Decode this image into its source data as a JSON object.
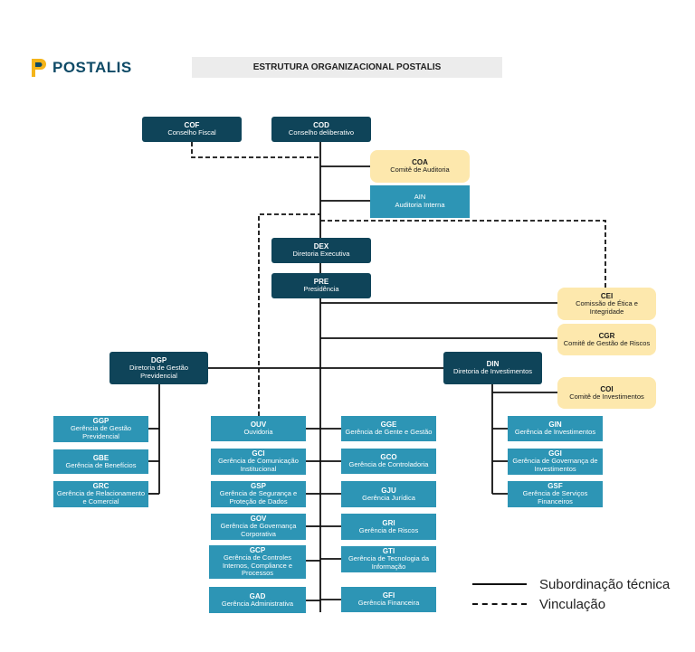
{
  "header": {
    "logo_text": "POSTALIS",
    "title": "ESTRUTURA ORGANIZACIONAL POSTALIS"
  },
  "colors": {
    "dark_box": "#0f4459",
    "teal_box": "#2d95b5",
    "committee_box": "#fde8ad",
    "logo_yellow": "#f4b41a",
    "logo_blue": "#0e4a66"
  },
  "nodes": {
    "cof": {
      "code": "COF",
      "name": "Conselho Fiscal"
    },
    "cod": {
      "code": "COD",
      "name": "Conselho deliberativo"
    },
    "coa": {
      "code": "COA",
      "name": "Comitê de Auditoria"
    },
    "ain": {
      "code": "AIN",
      "name": "Auditoria Interna"
    },
    "dex": {
      "code": "DEX",
      "name": "Diretoria Executiva"
    },
    "pre": {
      "code": "PRE",
      "name": "Presidência"
    },
    "cei": {
      "code": "CEI",
      "name": "Comissão de Ética e Integridade"
    },
    "cgr": {
      "code": "CGR",
      "name": "Comitê de Gestão de Riscos"
    },
    "dgp": {
      "code": "DGP",
      "name": "Diretoria de Gestão Previdencial"
    },
    "din": {
      "code": "DIN",
      "name": "Diretoria de Investimentos"
    },
    "coi": {
      "code": "COI",
      "name": "Comitê de Investimentos"
    },
    "ggp": {
      "code": "GGP",
      "name": "Gerência de Gestão Previdencial"
    },
    "gbe": {
      "code": "GBE",
      "name": "Gerência de Benefícios"
    },
    "grc": {
      "code": "GRC",
      "name": "Gerência de Relacionamento e Comercial"
    },
    "ouv": {
      "code": "OUV",
      "name": "Ouvidoria"
    },
    "gci": {
      "code": "GCI",
      "name": "Gerência de Comunicação Institucional"
    },
    "gsp": {
      "code": "GSP",
      "name": "Gerência de Segurança e Proteção de Dados"
    },
    "gov": {
      "code": "GOV",
      "name": "Gerência de Governança Corporativa"
    },
    "gcp": {
      "code": "GCP",
      "name": "Gerência de Controles Internos, Compliance e Processos"
    },
    "gad": {
      "code": "GAD",
      "name": "Gerência Administrativa"
    },
    "gge": {
      "code": "GGE",
      "name": "Gerência de Gente e Gestão"
    },
    "gco": {
      "code": "GCO",
      "name": "Gerência de Controladoria"
    },
    "gju": {
      "code": "GJU",
      "name": "Gerência Jurídica"
    },
    "gri": {
      "code": "GRI",
      "name": "Gerência de Riscos"
    },
    "gti": {
      "code": "GTI",
      "name": "Gerência de Tecnologia da Informação"
    },
    "gfi": {
      "code": "GFI",
      "name": "Gerência Financeira"
    },
    "gin": {
      "code": "GIN",
      "name": "Gerência de Investimentos"
    },
    "ggi": {
      "code": "GGI",
      "name": "Gerência de Governança de Investimentos"
    },
    "gsf": {
      "code": "GSF",
      "name": "Gerência de Serviços Financeiros"
    }
  },
  "legend": {
    "solid_label": "Subordinação técnica",
    "dashed_label": "Vinculação"
  }
}
